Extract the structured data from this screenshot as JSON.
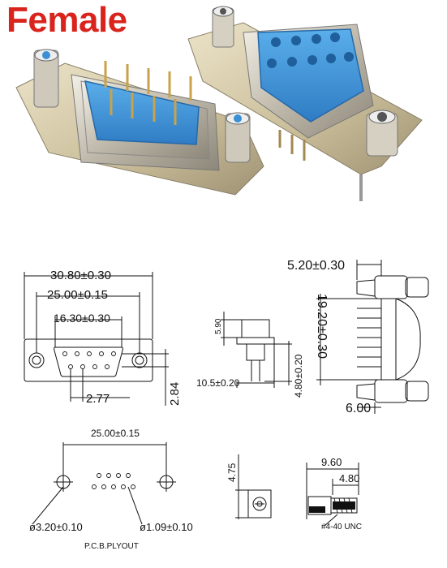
{
  "header": {
    "title": "Female"
  },
  "front_view": {
    "overall_width": "30.80±0.30",
    "hole_spacing": "25.00±0.15",
    "shell_width": "16.30±0.30",
    "pin_pitch": "2.77",
    "row_spacing": "2.84"
  },
  "side_view": {
    "top_height": "5.90",
    "depth": "10.5±0.20",
    "pin_length": "4.80±0.20"
  },
  "right_view": {
    "flange": "5.20±0.30",
    "height": "19.20±0.30",
    "pin": "6.00"
  },
  "pcb_layout": {
    "hole_spacing": "25.00±0.15",
    "mount_hole": "ø3.20±0.10",
    "pin_hole": "ø1.09±0.10",
    "caption": "P.C.B.PLYOUT"
  },
  "small_view": {
    "height": "4.75"
  },
  "screw_view": {
    "length": "9.60",
    "thread": "4.80",
    "thread_spec": "#4-40 UNC"
  },
  "colors": {
    "title": "#d9231c",
    "insulator": "#3b8fd6",
    "metal": "#c9c4b8"
  }
}
